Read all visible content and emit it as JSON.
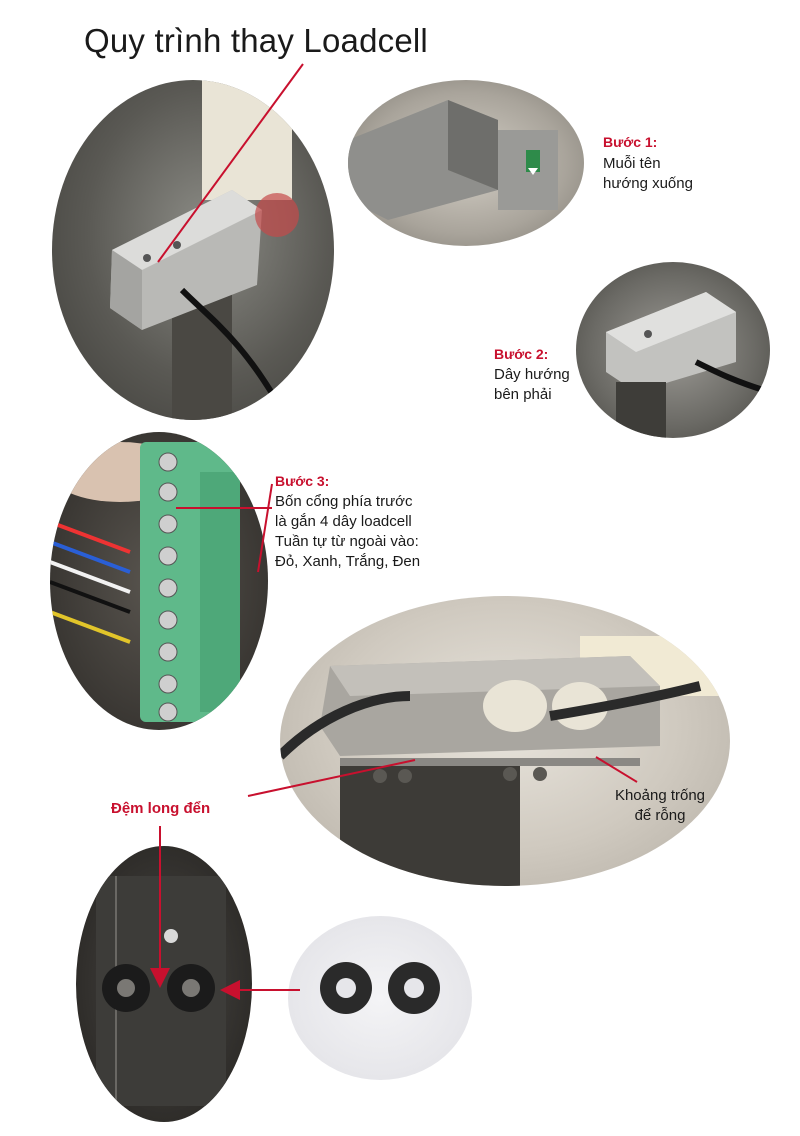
{
  "title": "Quy trình thay Loadcell",
  "step1": {
    "title": "Bước 1:",
    "lines": [
      "Muỗi tên",
      "hướng xuống"
    ]
  },
  "step2": {
    "title": "Bước 2:",
    "lines": [
      "Dây hướng",
      "bên phải"
    ]
  },
  "step3": {
    "title": "Bước 3:",
    "lines": [
      "Bốn cổng phía trước",
      "là gắn 4 dây loadcell",
      "Tuần tự từ ngoài vào:",
      "Đỏ, Xanh, Trắng, Đen"
    ]
  },
  "gap_label": [
    "Khoảng trống",
    "để rỗng"
  ],
  "washer_label": "Đệm long đển",
  "colors": {
    "accent": "#c8102e",
    "text": "#1a1a1a",
    "terminal": "#5fb98a"
  }
}
